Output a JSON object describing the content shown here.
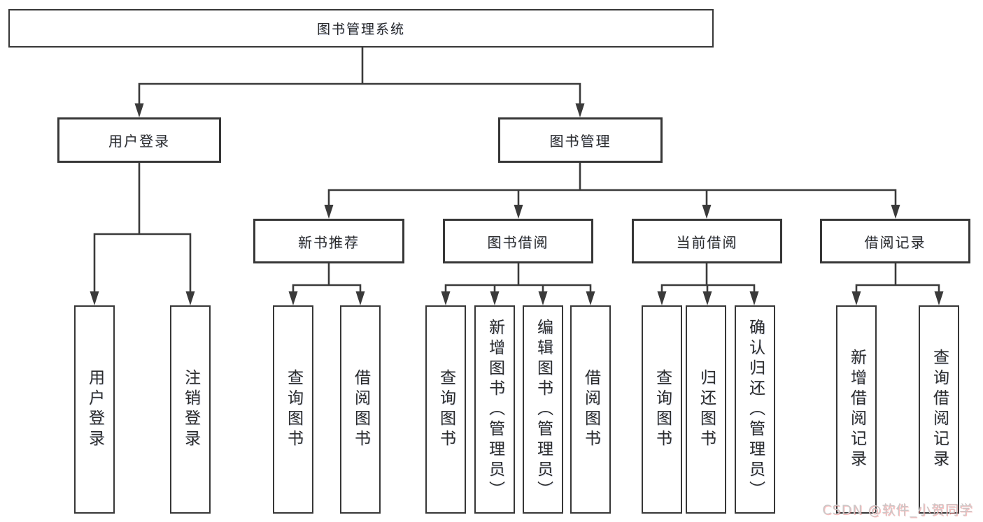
{
  "diagram": {
    "watermark": "CSDN @软件_小贺同学",
    "colors": {
      "line": "#3a3a3a",
      "text": "#2b2b2b",
      "watermark": "#cbc7c7"
    },
    "tree": {
      "label": "图书管理系统",
      "children": [
        {
          "label": "用户登录",
          "children": [
            {
              "label": "用户登录"
            },
            {
              "label": "注销登录"
            }
          ]
        },
        {
          "label": "图书管理",
          "children": [
            {
              "label": "新书推荐",
              "children": [
                {
                  "label": "查询图书"
                },
                {
                  "label": "借阅图书"
                }
              ]
            },
            {
              "label": "图书借阅",
              "children": [
                {
                  "label": "查询图书"
                },
                {
                  "label": "新增图书（管理员）"
                },
                {
                  "label": "编辑图书（管理员）"
                },
                {
                  "label": "借阅图书"
                }
              ]
            },
            {
              "label": "当前借阅",
              "children": [
                {
                  "label": "查询图书"
                },
                {
                  "label": "归还图书"
                },
                {
                  "label": "确认归还（管理员）"
                }
              ]
            },
            {
              "label": "借阅记录",
              "children": [
                {
                  "label": "新增借阅记录"
                },
                {
                  "label": "查询借阅记录"
                }
              ]
            }
          ]
        }
      ]
    }
  }
}
